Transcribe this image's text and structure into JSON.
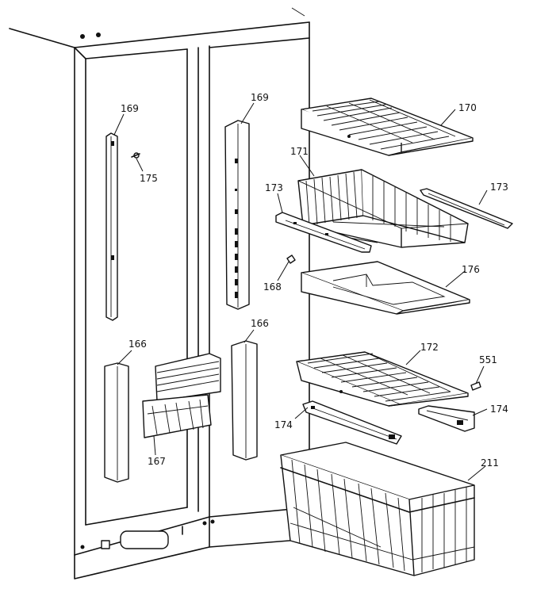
{
  "callouts": {
    "c169_left": "169",
    "c169_right": "169",
    "c175": "175",
    "c170": "170",
    "c171": "171",
    "c173_left": "173",
    "c173_right": "173",
    "c168": "168",
    "c176": "176",
    "c166_left": "166",
    "c166_right": "166",
    "c167": "167",
    "c172": "172",
    "c551": "551",
    "c174_left": "174",
    "c174_right": "174",
    "c211": "211"
  }
}
